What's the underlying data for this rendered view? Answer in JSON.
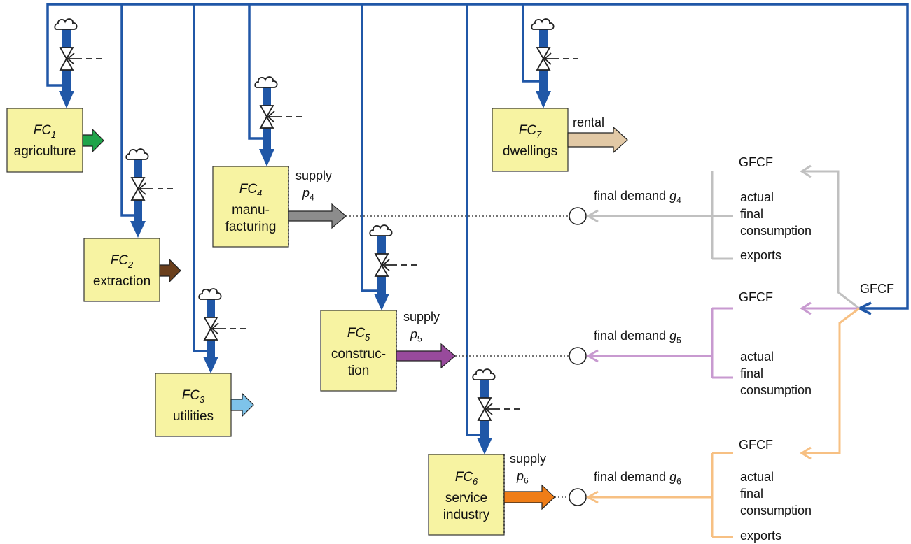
{
  "colors": {
    "flow_blue": "#2057a7",
    "box_fill": "#f7f3a2",
    "agriculture": "#1fa44a",
    "extraction": "#6b3f1c",
    "utilities": "#7ec3ea",
    "manufacturing": "#8c8c8c",
    "construction": "#984a9c",
    "service": "#ef7d17",
    "dwellings": "#e2c9a6",
    "demand_gray": "#c0c0c0",
    "demand_purple": "#c89ad0",
    "demand_orange": "#f7c083"
  },
  "boxes": {
    "fc1": {
      "fc": "FC",
      "sub": "1",
      "name": "agriculture"
    },
    "fc2": {
      "fc": "FC",
      "sub": "2",
      "name": "extraction"
    },
    "fc3": {
      "fc": "FC",
      "sub": "3",
      "name": "utilities"
    },
    "fc4": {
      "fc": "FC",
      "sub": "4",
      "name1": "manu-",
      "name2": "facturing"
    },
    "fc5": {
      "fc": "FC",
      "sub": "5",
      "name1": "construc-",
      "name2": "tion"
    },
    "fc6": {
      "fc": "FC",
      "sub": "6",
      "name1": "service",
      "name2": "industry"
    },
    "fc7": {
      "fc": "FC",
      "sub": "7",
      "name": "dwellings"
    }
  },
  "labels": {
    "rental": "rental",
    "supply": "supply",
    "p": "p",
    "p4_sub": "4",
    "p5_sub": "5",
    "p6_sub": "6",
    "final_demand": "final demand",
    "g": "g",
    "g4_sub": "4",
    "g5_sub": "5",
    "g6_sub": "6",
    "gfcf": "GFCF",
    "actual": "actual",
    "final": "final",
    "consumption": "consumption",
    "exports": "exports"
  }
}
